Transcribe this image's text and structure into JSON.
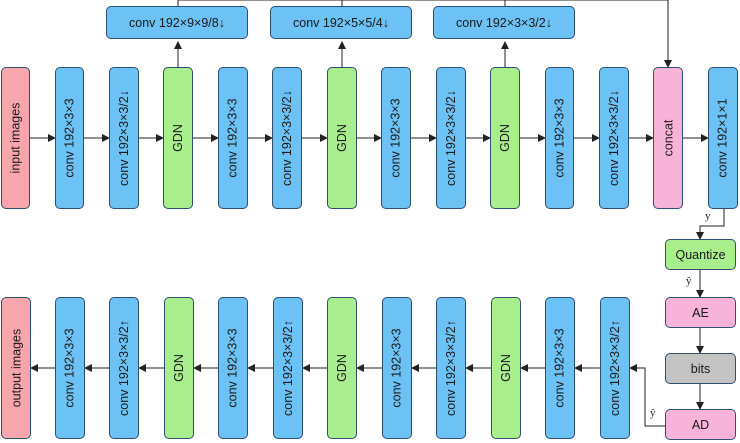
{
  "colors": {
    "conv": "#6cc2f5",
    "gdn": "#a9ee8d",
    "images": "#f8a6ad",
    "concat": "#f7b4d8",
    "bits": "#c4c4c4",
    "stroke": "#2f4f6f",
    "wire": "#222222"
  },
  "encoder": {
    "input": "input images",
    "conv1": "conv 192×3×3",
    "conv2": "conv 192×3×3/2↓",
    "gdn1": "GDN",
    "conv3": "conv 192×3×3",
    "conv4": "conv 192×3×3/2↓",
    "gdn2": "GDN",
    "conv5": "conv 192×3×3",
    "conv6": "conv 192×3×3/2↓",
    "gdn3": "GDN",
    "conv7": "conv 192×3×3",
    "conv8": "conv 192×3×3/2↓",
    "concat": "concat",
    "conv9": "conv 192×1×1"
  },
  "branches": {
    "b1": "conv 192×9×9/8↓",
    "b2": "conv 192×5×5/4↓",
    "b3": "conv 192×3×3/2↓"
  },
  "codec": {
    "quantize": "Quantize",
    "ae": "AE",
    "bits": "bits",
    "ad": "AD",
    "y": "y",
    "yhat1": "ŷ",
    "yhat2": "ŷ"
  },
  "decoder": {
    "output": "output images",
    "conv1": "conv 192×3×3",
    "conv2": "conv 192×3×3/2↑",
    "gdn1": "GDN",
    "conv3": "conv 192×3×3",
    "conv4": "conv 192×3×3/2↑",
    "gdn2": "GDN",
    "conv5": "conv 192×3×3",
    "conv6": "conv 192×3×3/2↑",
    "gdn3": "GDN",
    "conv7": "conv 192×3×3",
    "conv8": "conv 192×3×3/2↑"
  }
}
